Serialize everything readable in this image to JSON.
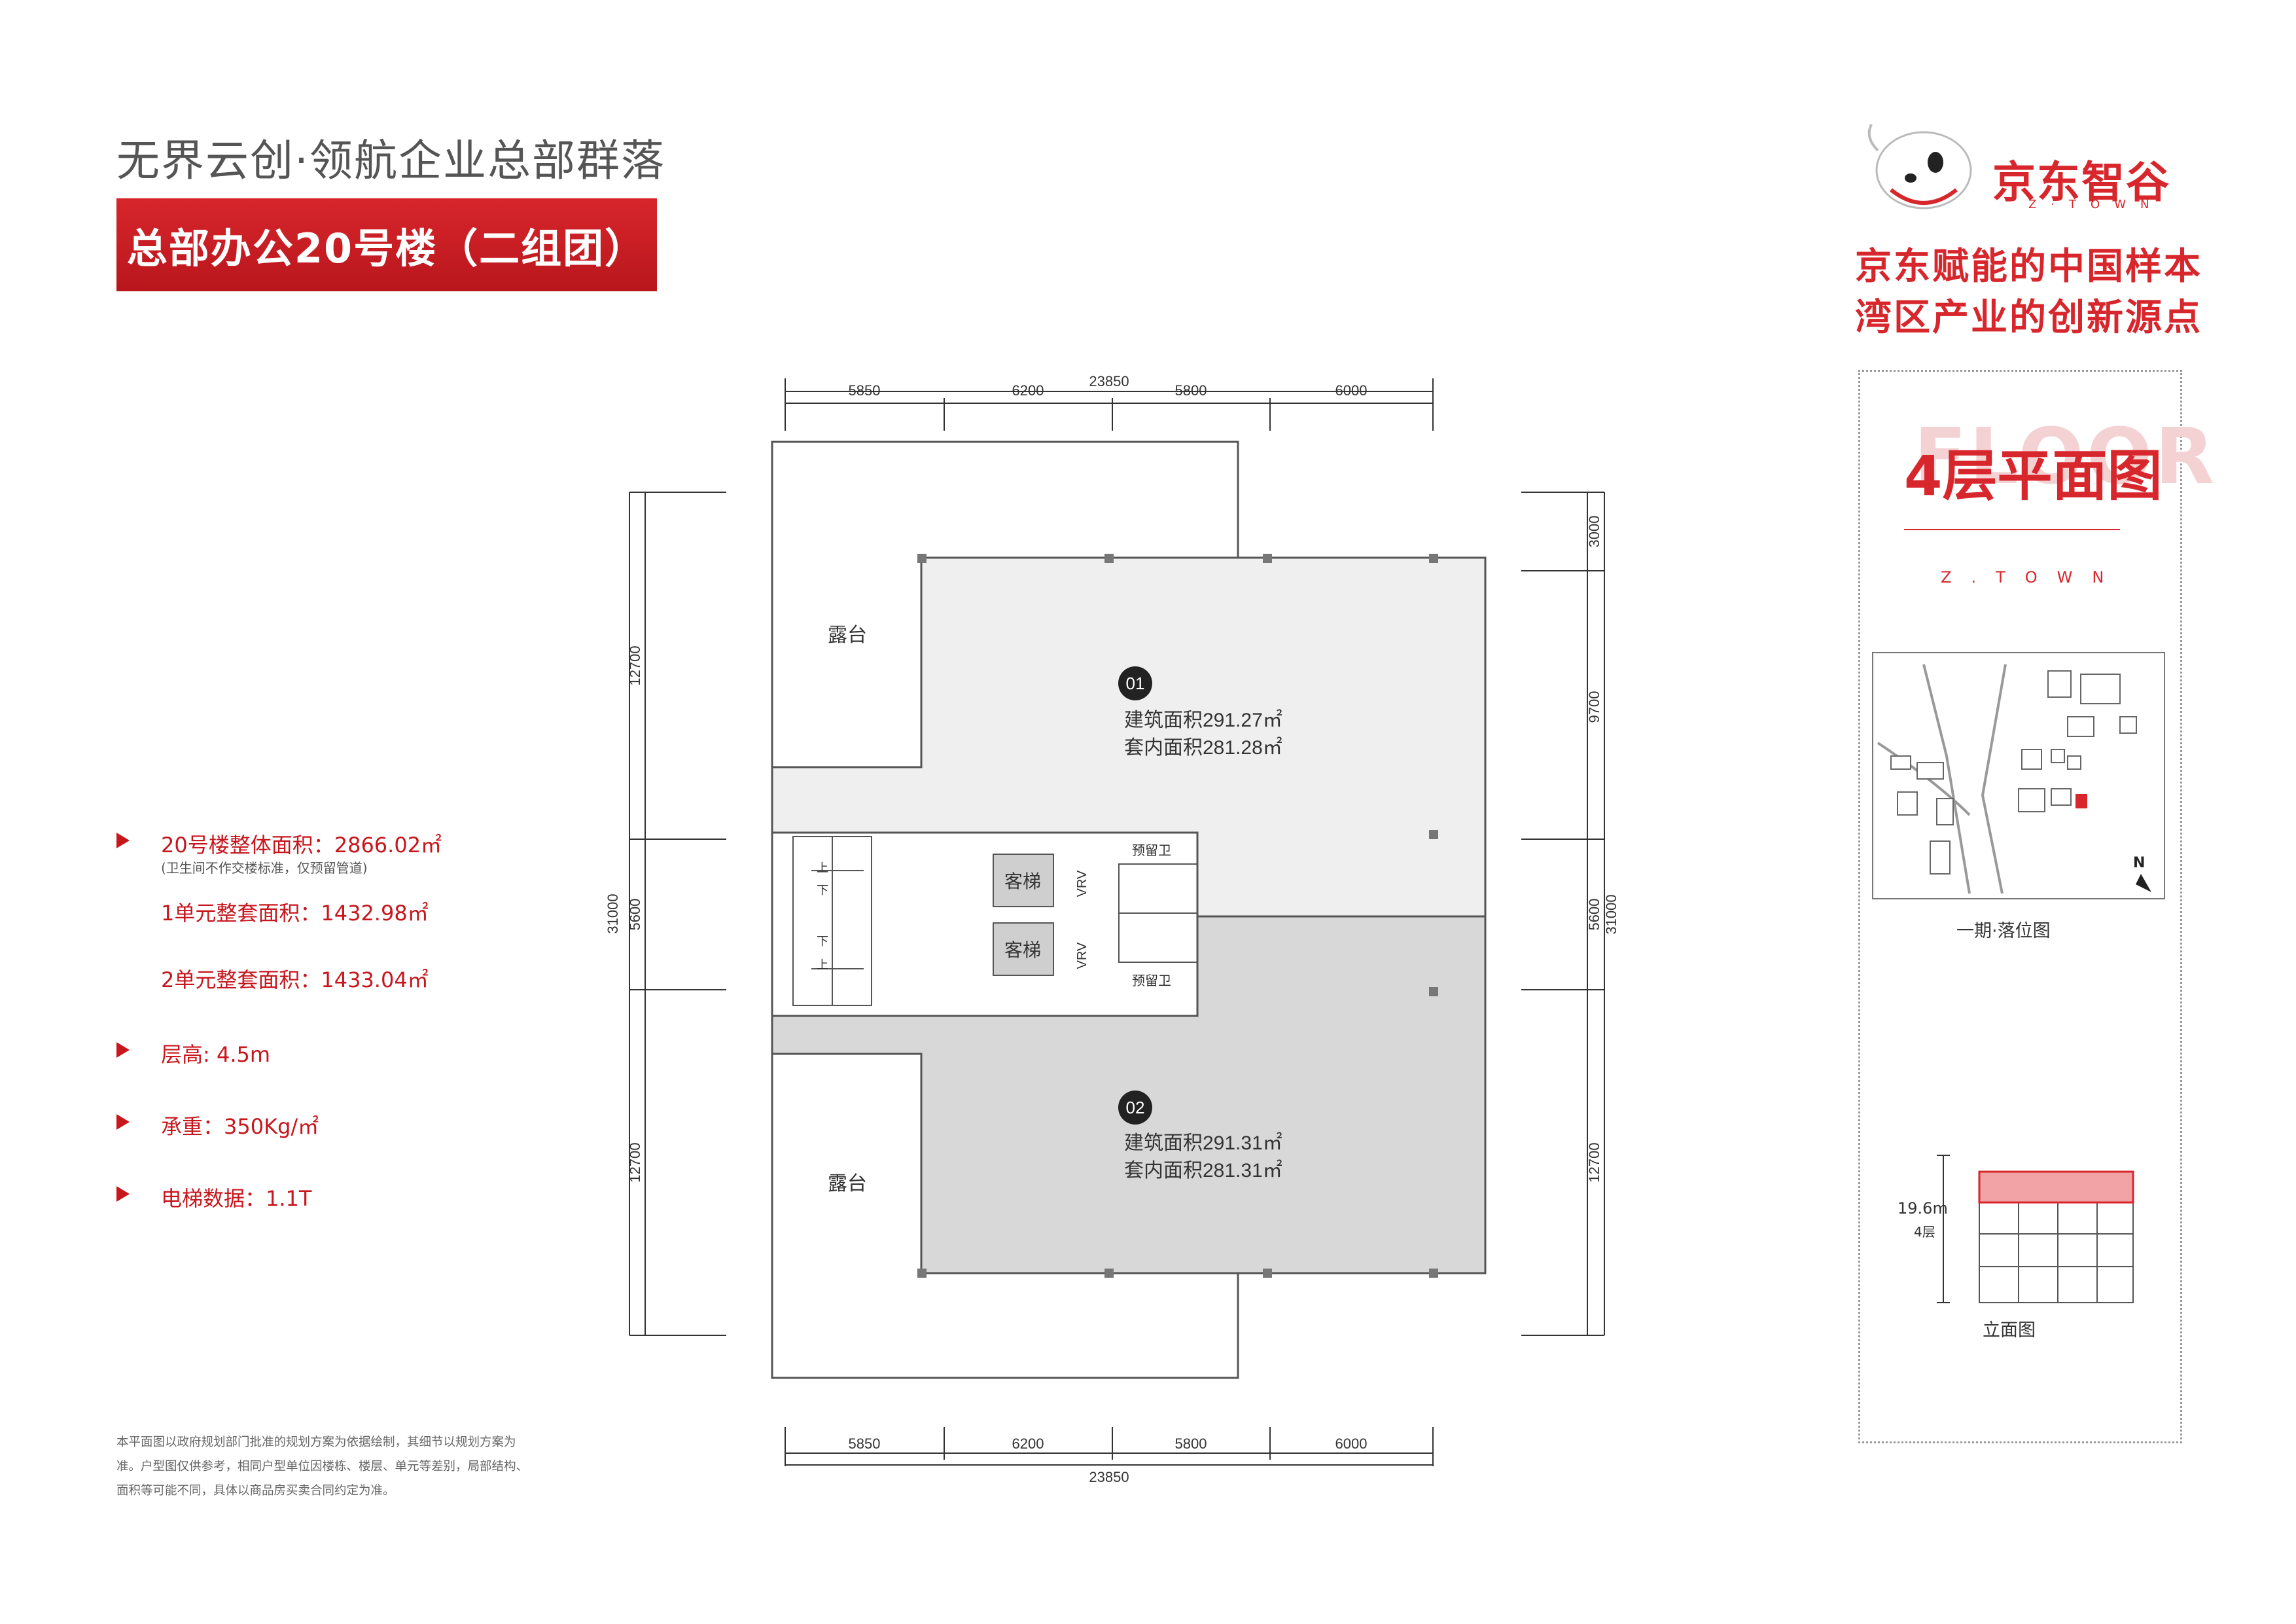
{
  "header": {
    "slogan": "无界云创·领航企业总部群落",
    "building_title": "总部办公20号楼（二组团）"
  },
  "brand": {
    "logo_name": "京东智谷",
    "logo_sub": "Z·TOWN",
    "tagline_1": "京东赋能的中国样本",
    "tagline_2": "湾区产业的创新源点",
    "accent_color": "#d7262c"
  },
  "info": {
    "total_area": "20号楼整体面积：2866.02㎡",
    "total_area_note": "(卫生间不作交楼标准，仅预留管道)",
    "unit1_area": "1单元整套面积：1432.98㎡",
    "unit2_area": "2单元整套面积：1433.04㎡",
    "floor_height": "层高: 4.5m",
    "load": "承重：350Kg/㎡",
    "elevator": "电梯数据：1.1T"
  },
  "disclaimer": "本平面图以政府规划部门批准的规划方案为依据绘制，其细节以规划方案为准。户型图仅供参考，相同户型单位因楼栋、楼层、单元等差别，局部结构、面积等可能不同，具体以商品房买卖合同约定为准。",
  "plan": {
    "top_dims": [
      "5850",
      "6200",
      "5800",
      "6000"
    ],
    "top_total": "23850",
    "bottom_dims": [
      "5850",
      "6200",
      "5800",
      "6000"
    ],
    "bottom_total": "23850",
    "left_dims": [
      "12700",
      "5600",
      "12700"
    ],
    "left_total": "31000",
    "right_dims": [
      "3000",
      "9700",
      "5600",
      "12700"
    ],
    "right_total": "31000",
    "terrace_label": "露台",
    "unit1": {
      "number": "01",
      "gross": "建筑面积291.27㎡",
      "net": "套内面积281.28㎡"
    },
    "unit2": {
      "number": "02",
      "gross": "建筑面积291.31㎡",
      "net": "套内面积281.31㎡"
    },
    "elevator_label": "客梯",
    "vrv_label": "VRV",
    "reserved_wc": "预留卫",
    "stair_up": "上",
    "stair_down": "下",
    "unit1_color": "#efefef",
    "unit2_color": "#d8d8d8"
  },
  "side_panel": {
    "floor_watermark": "FLOOR",
    "floor_title": "4层平面图",
    "ztown": "Z.TOWN",
    "site_plan_caption": "一期·落位图",
    "north_label": "N",
    "elevation_height": "19.6m",
    "elevation_floor": "4层",
    "elevation_caption": "立面图"
  }
}
